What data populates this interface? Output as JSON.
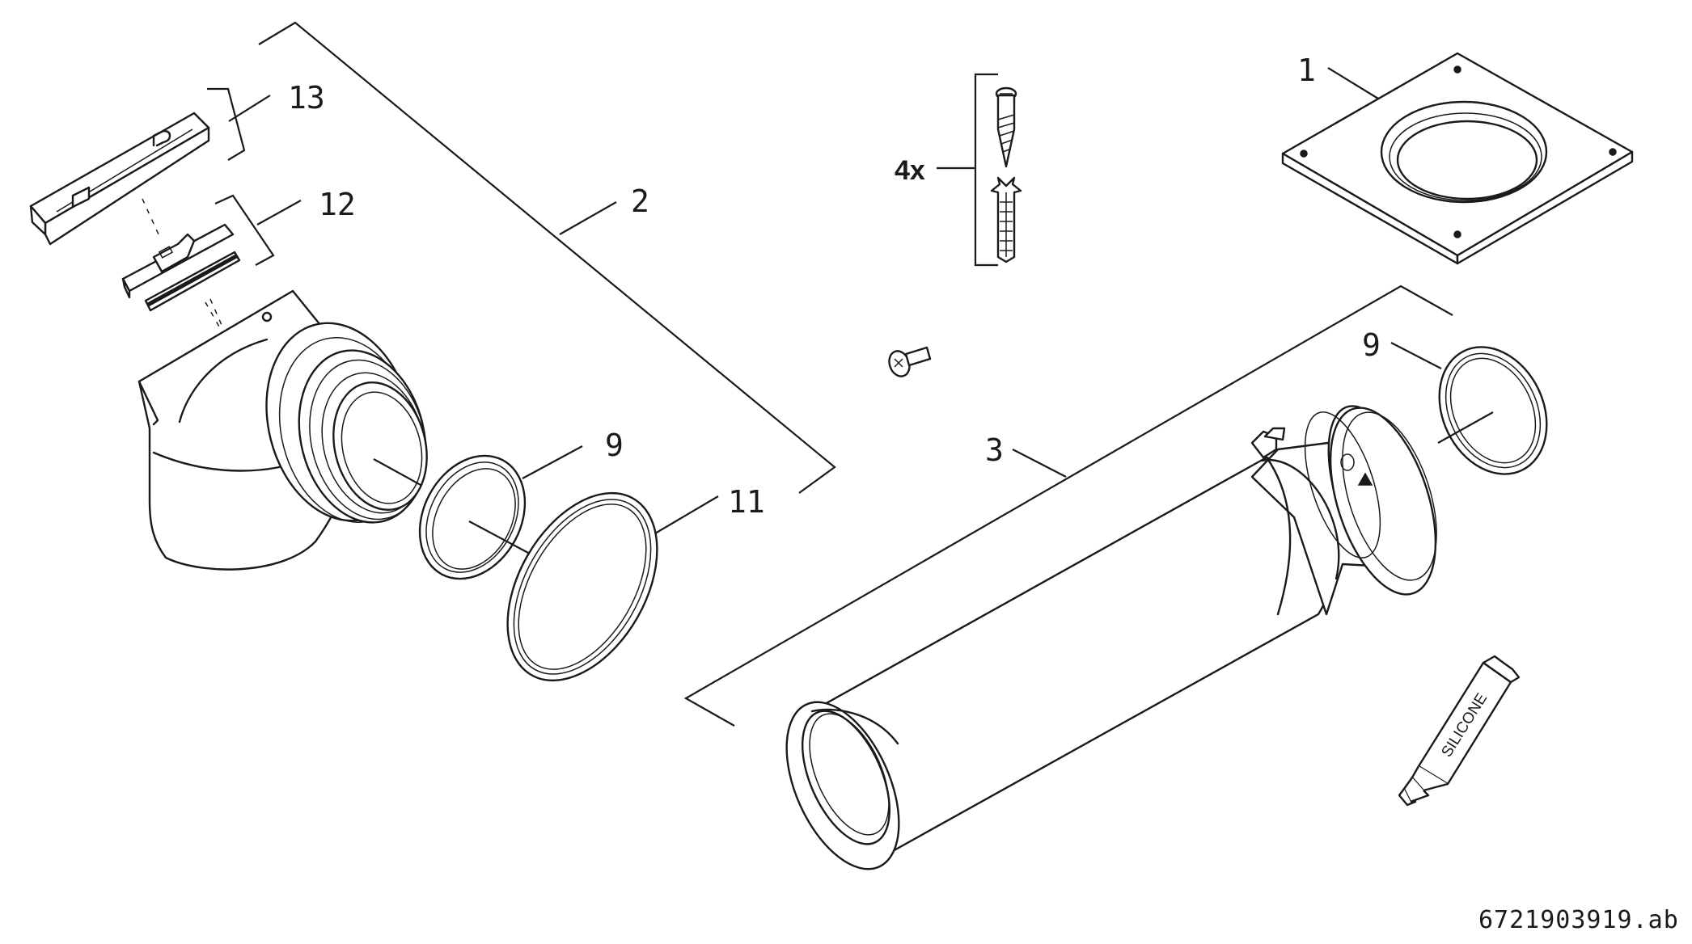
{
  "callouts": [
    {
      "id": "part-1",
      "label": "1"
    },
    {
      "id": "part-2",
      "label": "2"
    },
    {
      "id": "part-3",
      "label": "3"
    },
    {
      "id": "part-9-left",
      "label": "9"
    },
    {
      "id": "part-9-right",
      "label": "9"
    },
    {
      "id": "part-11",
      "label": "11"
    },
    {
      "id": "part-12",
      "label": "12"
    },
    {
      "id": "part-13",
      "label": "13"
    }
  ],
  "screw_quantity": "4x",
  "tube_label": "SILICONE",
  "drawing_code": "6721903919.ab"
}
